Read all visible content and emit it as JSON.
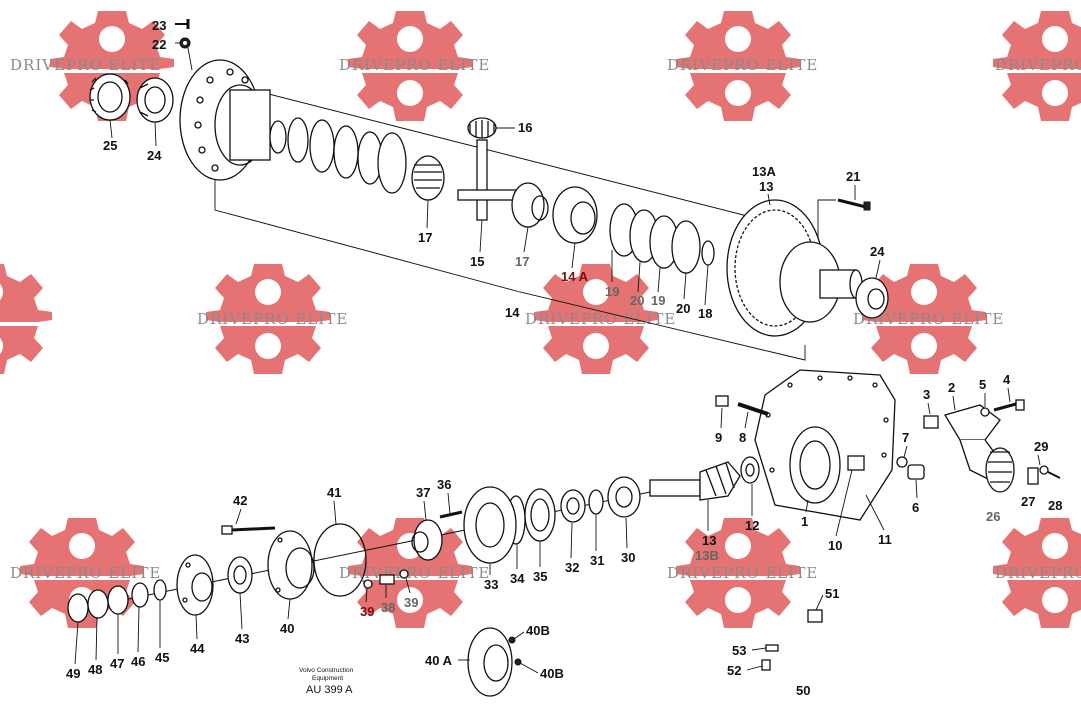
{
  "watermark": {
    "text": "DRIVEPRO ELITE",
    "color": "#e57373"
  },
  "footer": {
    "line1": "Volvo Construction",
    "line2": "Equipment",
    "code": "AU 399 A"
  },
  "labels": {
    "l23": "23",
    "l22": "22",
    "l25": "25",
    "l24a": "24",
    "l16": "16",
    "l17a": "17",
    "l15": "15",
    "l17b": "17",
    "l14a": "14 A",
    "l19a": "19",
    "l20a": "20",
    "l19b": "19",
    "l20b": "20",
    "l18": "18",
    "l14": "14",
    "l13a": "13A",
    "l13": "13",
    "l21": "21",
    "l24b": "24",
    "l3": "3",
    "l2": "2",
    "l5": "5",
    "l4": "4",
    "l9": "9",
    "l8": "8",
    "l7": "7",
    "l6": "6",
    "l29": "29",
    "l26": "26",
    "l27": "27",
    "l28": "28",
    "l1": "1",
    "l10": "10",
    "l11": "11",
    "l12": "12",
    "l13c": "13",
    "l13b": "13B",
    "l30": "30",
    "l31": "31",
    "l32": "32",
    "l35": "35",
    "l34": "34",
    "l33": "33",
    "l36": "36",
    "l37": "37",
    "l41": "41",
    "l42": "42",
    "l39a": "39",
    "l38": "38",
    "l39b": "39",
    "l40": "40",
    "l43": "43",
    "l44": "44",
    "l45": "45",
    "l46": "46",
    "l47": "47",
    "l48": "48",
    "l49": "49",
    "l40b1": "40B",
    "l40a": "40 A",
    "l40b2": "40B",
    "l51": "51",
    "l53": "53",
    "l52": "52",
    "l50": "50"
  }
}
